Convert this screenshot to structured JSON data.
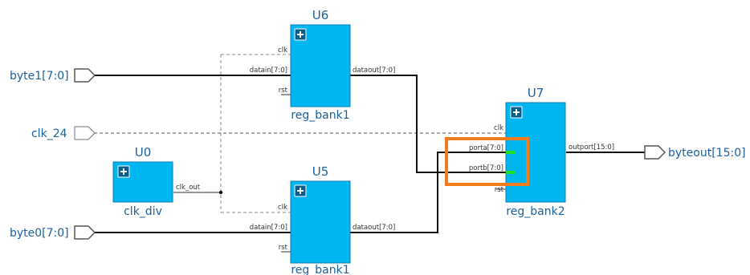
{
  "ports": {
    "byte1": "byte1[7:0]",
    "clk_24": "clk_24",
    "byte0": "byte0[7:0]",
    "byteout": "byteout[15:0]"
  },
  "instances": {
    "u6": {
      "name": "U6",
      "type": "reg_bank1",
      "pins": {
        "clk": "clk",
        "datain": "datain[7:0]",
        "rst": "rst",
        "dataout": "dataout[7:0]"
      }
    },
    "u5": {
      "name": "U5",
      "type": "reg_bank1",
      "pins": {
        "clk": "clk",
        "datain": "datain[7:0]",
        "rst": "rst",
        "dataout": "dataout[7:0]"
      }
    },
    "u0": {
      "name": "U0",
      "type": "clk_div",
      "pins": {
        "clk_out": "clk_out"
      }
    },
    "u7": {
      "name": "U7",
      "type": "reg_bank2",
      "pins": {
        "clk": "clk",
        "porta": "porta[7:0]",
        "portb": "portb[7:0]",
        "rst": "rst",
        "outport": "outport[15:0]"
      }
    }
  },
  "colors": {
    "block_fill": "#00b6f0",
    "highlight": "#f07c1e",
    "pin_highlight": "#22dd22",
    "label_blue": "#1a5f9e"
  }
}
